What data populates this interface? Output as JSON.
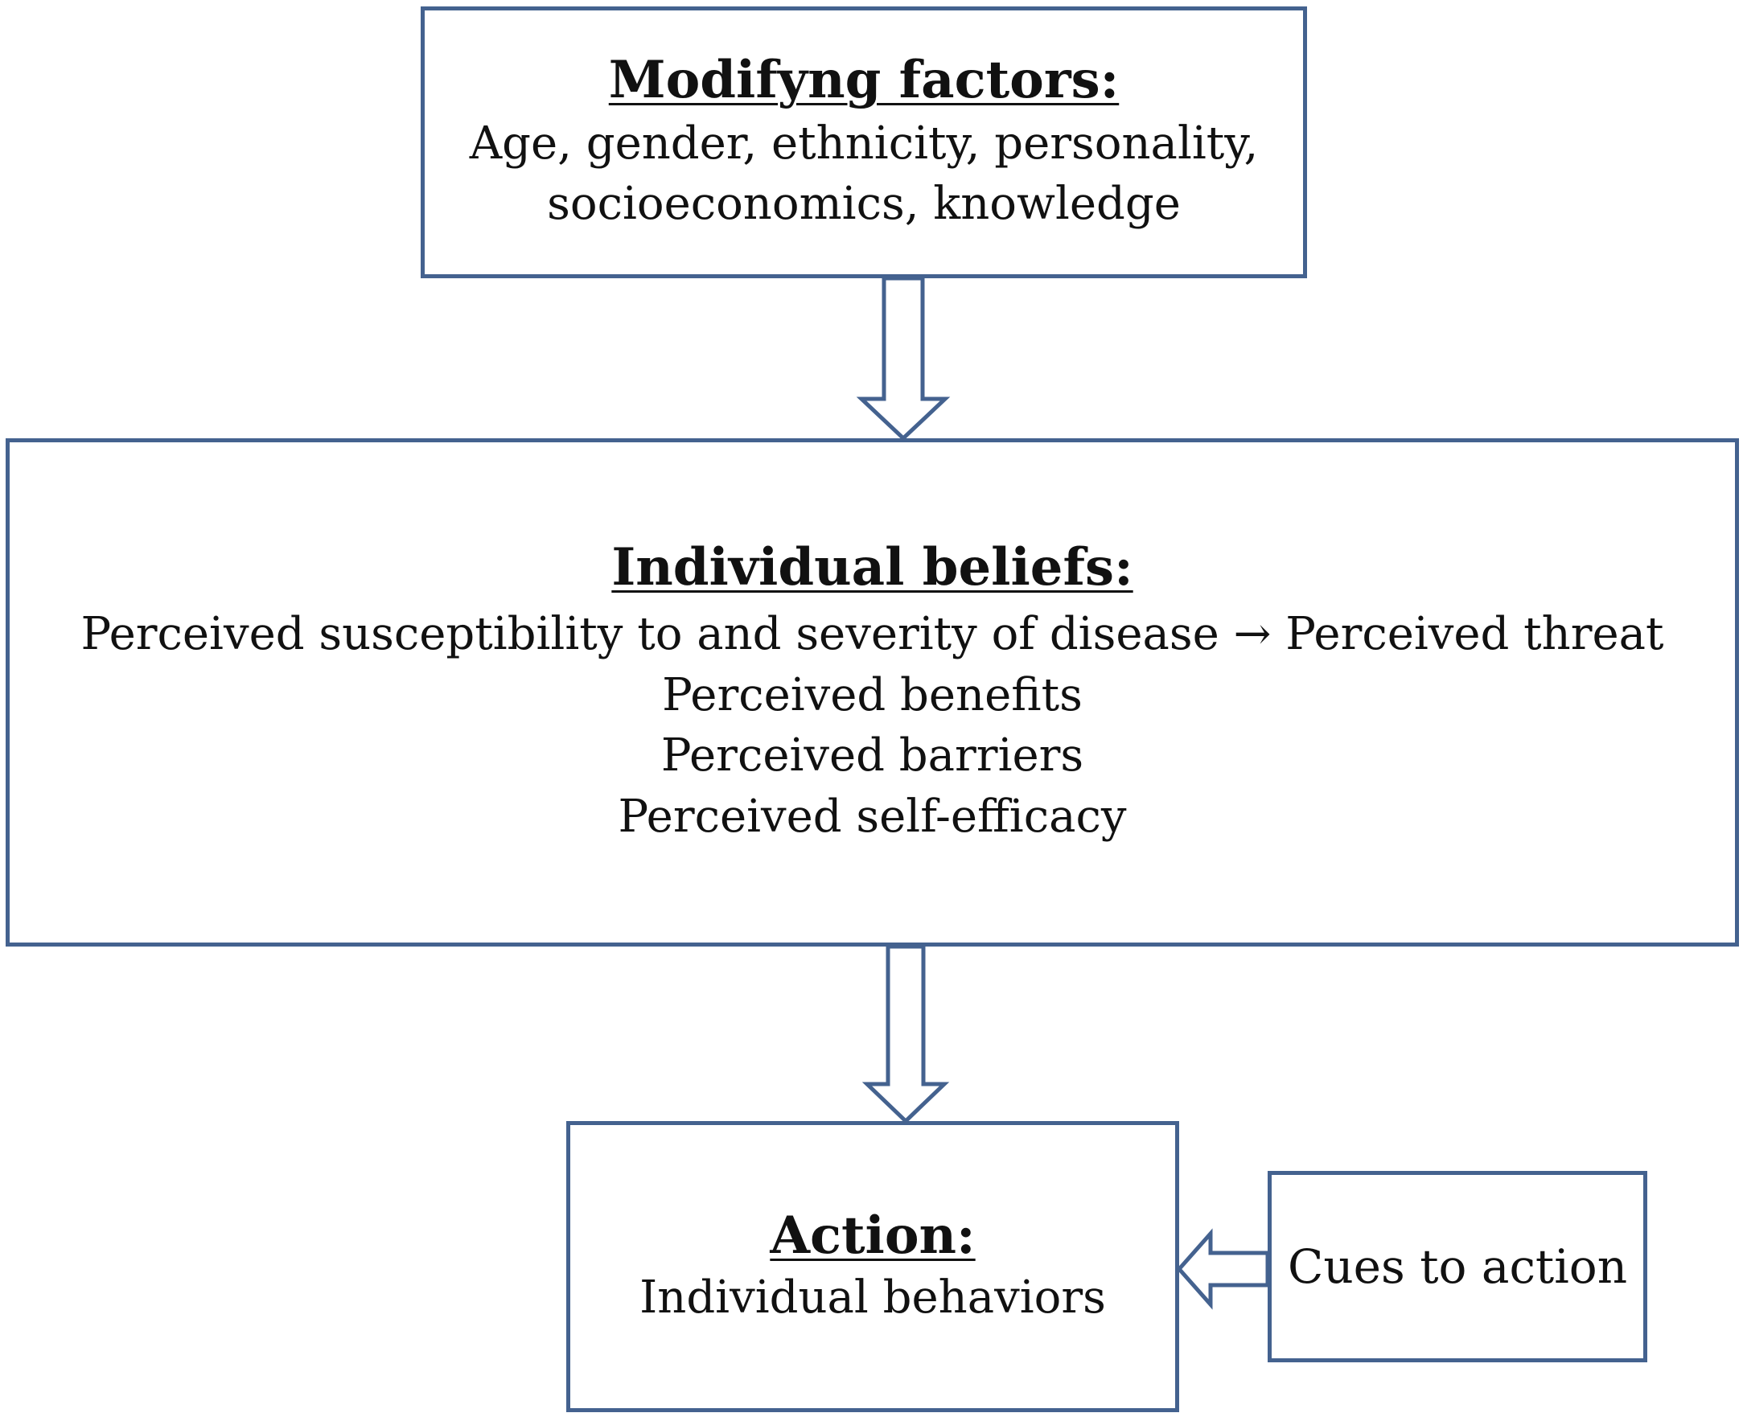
{
  "diagram": {
    "colors": {
      "border": "#44628f",
      "arrow": "#44628f",
      "text": "#111111",
      "background": "#ffffff"
    },
    "modifying_factors": {
      "heading": "Modifyng factors:",
      "lines": [
        "Age, gender, ethnicity, personality,",
        "socioeconomics, knowledge"
      ]
    },
    "individual_beliefs": {
      "heading": "Individual beliefs:",
      "lines": [
        "Perceived susceptibility to and severity of disease → Perceived threat",
        "Perceived benefits",
        "Perceived barriers",
        "Perceived self-efficacy"
      ]
    },
    "action": {
      "heading": "Action:",
      "lines": [
        "Individual behaviors"
      ]
    },
    "cues": {
      "label": "Cues to action"
    },
    "arrows": [
      {
        "from": "Modifyng factors",
        "to": "Individual beliefs"
      },
      {
        "from": "Individual beliefs",
        "to": "Action"
      },
      {
        "from": "Cues to action",
        "to": "Action"
      }
    ]
  }
}
